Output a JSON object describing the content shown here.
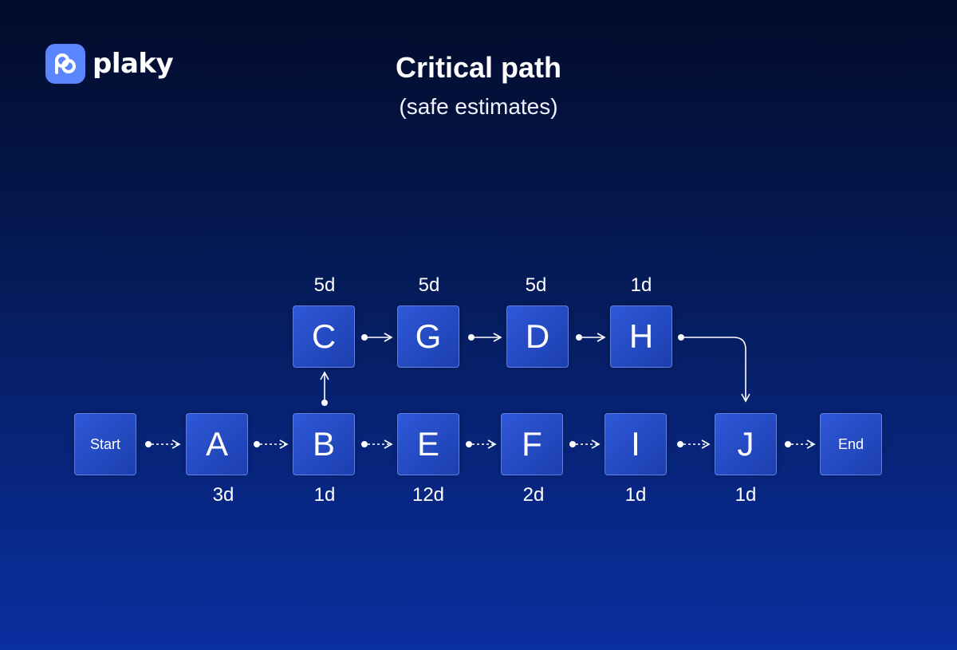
{
  "brand": {
    "name": "plaky",
    "icon": "plaky-logo-icon"
  },
  "title": "Critical path",
  "subtitle": "(safe estimates)",
  "nodes": {
    "start": {
      "label": "Start"
    },
    "a": {
      "label": "A",
      "duration": "3d"
    },
    "b": {
      "label": "B",
      "duration": "1d"
    },
    "e": {
      "label": "E",
      "duration": "12d"
    },
    "f": {
      "label": "F",
      "duration": "2d"
    },
    "i": {
      "label": "I",
      "duration": "1d"
    },
    "j": {
      "label": "J",
      "duration": "1d"
    },
    "end": {
      "label": "End"
    },
    "c": {
      "label": "C",
      "duration": "5d"
    },
    "g": {
      "label": "G",
      "duration": "5d"
    },
    "d": {
      "label": "D",
      "duration": "5d"
    },
    "h": {
      "label": "H",
      "duration": "1d"
    }
  },
  "edges": [
    {
      "from": "Start",
      "to": "A",
      "style": "dashed"
    },
    {
      "from": "A",
      "to": "B",
      "style": "dashed"
    },
    {
      "from": "B",
      "to": "E",
      "style": "dashed"
    },
    {
      "from": "E",
      "to": "F",
      "style": "dashed"
    },
    {
      "from": "F",
      "to": "I",
      "style": "dashed"
    },
    {
      "from": "I",
      "to": "J",
      "style": "dashed"
    },
    {
      "from": "J",
      "to": "End",
      "style": "dashed"
    },
    {
      "from": "B",
      "to": "C",
      "style": "solid"
    },
    {
      "from": "C",
      "to": "G",
      "style": "solid"
    },
    {
      "from": "G",
      "to": "D",
      "style": "solid"
    },
    {
      "from": "D",
      "to": "H",
      "style": "solid"
    },
    {
      "from": "H",
      "to": "J",
      "style": "solid"
    }
  ],
  "colors": {
    "node_fill": "#2a50cf",
    "node_border": "#8caaff",
    "edge": "#ffffff",
    "logo": "#5b86ff"
  }
}
